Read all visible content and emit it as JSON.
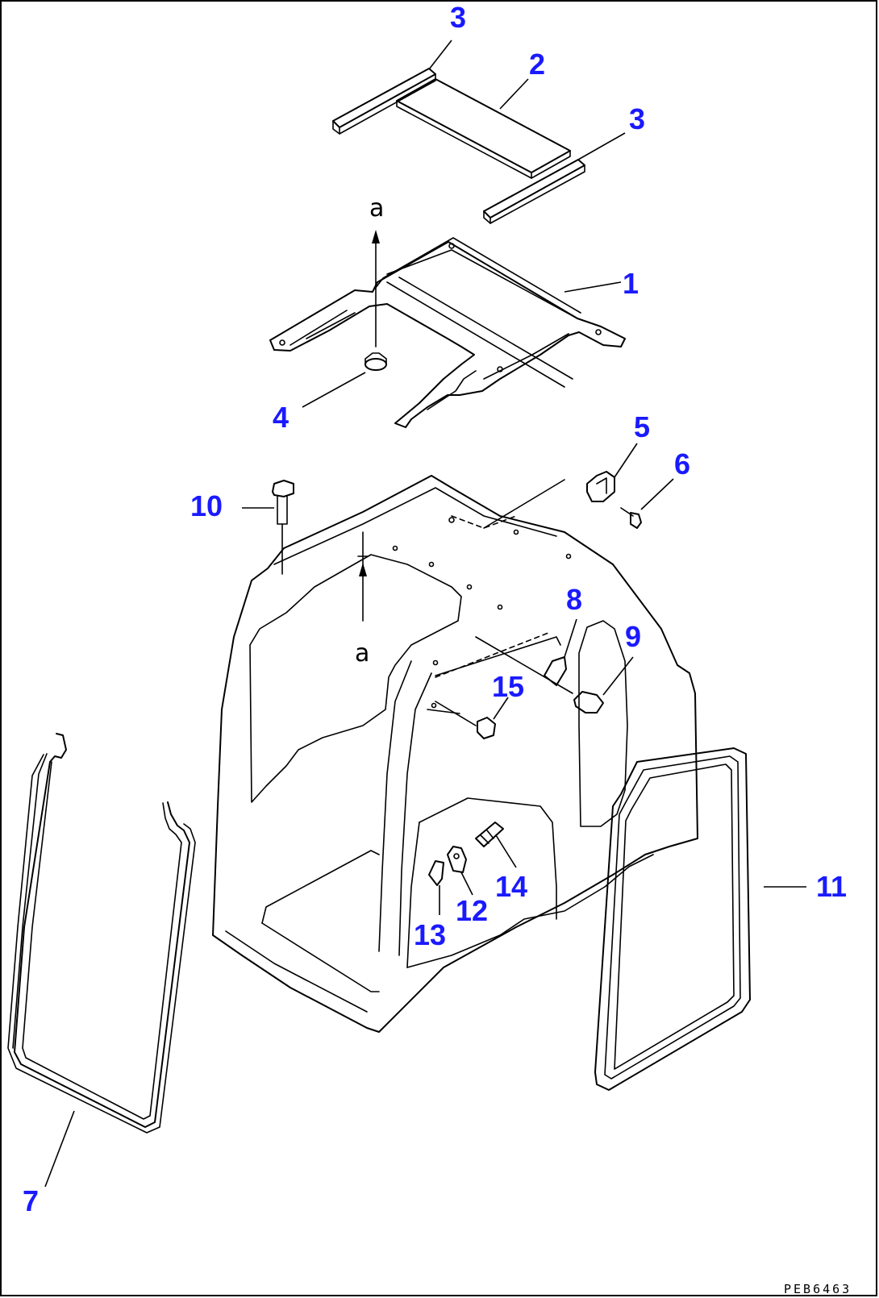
{
  "colors": {
    "callout": "#1a1aff",
    "line": "#000000",
    "background": "#ffffff",
    "frame": "#000000"
  },
  "callouts": [
    {
      "id": "c3a",
      "text": "3"
    },
    {
      "id": "c2",
      "text": "2"
    },
    {
      "id": "c3b",
      "text": "3"
    },
    {
      "id": "c1",
      "text": "1"
    },
    {
      "id": "c4",
      "text": "4"
    },
    {
      "id": "c5",
      "text": "5"
    },
    {
      "id": "c6",
      "text": "6"
    },
    {
      "id": "c10",
      "text": "10"
    },
    {
      "id": "c8",
      "text": "8"
    },
    {
      "id": "c9",
      "text": "9"
    },
    {
      "id": "c15",
      "text": "15"
    },
    {
      "id": "c11",
      "text": "11"
    },
    {
      "id": "c14",
      "text": "14"
    },
    {
      "id": "c12",
      "text": "12"
    },
    {
      "id": "c13",
      "text": "13"
    },
    {
      "id": "c7",
      "text": "7"
    }
  ],
  "ref_marks": {
    "top": "a",
    "bottom": "a"
  },
  "drawing_code": "PEB6463"
}
